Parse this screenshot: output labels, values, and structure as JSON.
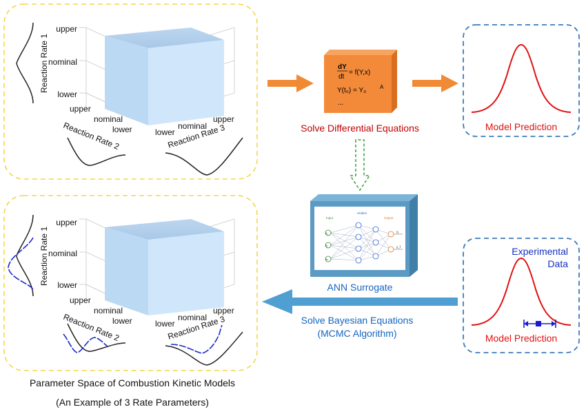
{
  "top_panel": {
    "axis1": {
      "title": "Reaction Rate 1",
      "ticks": [
        "upper",
        "nominal",
        "lower"
      ]
    },
    "axis2": {
      "title": "Reaction Rate 2",
      "ticks": [
        "upper",
        "nominal",
        "lower"
      ]
    },
    "axis3": {
      "title": "Reaction Rate 3",
      "ticks": [
        "lower",
        "nominal",
        "upper"
      ]
    }
  },
  "bottom_panel": {
    "axis1": {
      "title": "Reaction Rate 1",
      "ticks": [
        "upper",
        "nominal",
        "lower"
      ]
    },
    "axis2": {
      "title": "Reaction Rate 2",
      "ticks": [
        "upper",
        "nominal",
        "lower"
      ]
    },
    "axis3": {
      "title": "Reaction Rate 3",
      "ticks": [
        "lower",
        "nominal",
        "upper"
      ]
    }
  },
  "ode_box": {
    "eq1_lhs_num": "dY",
    "eq1_lhs_den": "dt",
    "eq1_rhs": "= f(Y,x)",
    "eq2": "Y(t₀) = Y₀",
    "eq2_sup": "A",
    "eq3": "..."
  },
  "labels": {
    "solve_de": "Solve Differential Equations",
    "model_prediction_top": "Model Prediction",
    "ann_surrogate": "ANN Surrogate",
    "solve_bayes_1": "Solve Bayesian Equations",
    "solve_bayes_2": "(MCMC Algorithm)",
    "experimental_1": "Experimental",
    "experimental_2": "Data",
    "model_prediction_bottom": "Model Prediction",
    "caption_1": "Parameter Space of Combustion Kinetic Models",
    "caption_2": "(An Example of 3 Rate Parameters)"
  },
  "ann": {
    "hidden": "Hidden",
    "input": "Input",
    "output": "Output",
    "x1": "x₁",
    "x2": "x₂",
    "xn": "xₙ",
    "y1": "y₁",
    "yf": "y_f"
  },
  "colors": {
    "dashed_yellow": "#f5d547",
    "dashed_blue": "#3a7ab8",
    "cube_light": "#cfe6fb",
    "ode_orange": "#f28a3a",
    "arrow_blue": "#4f9fd3",
    "ann_box": "#5b9bc3",
    "red": "#e01010",
    "dark_red": "#c00000",
    "blue": "#1565c0"
  }
}
